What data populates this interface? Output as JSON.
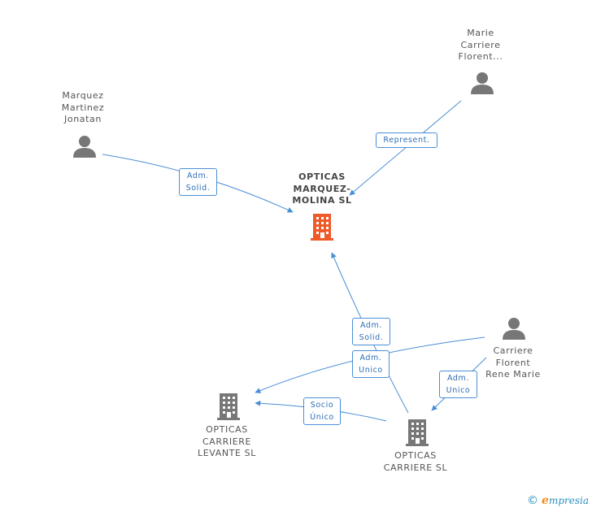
{
  "colors": {
    "edge": "#4a8fd6",
    "main_company": "#f05a28",
    "company": "#777777",
    "person": "#777777"
  },
  "nodes": {
    "main": {
      "label_lines": [
        "OPTICAS",
        "MARQUEZ-",
        "MOLINA  SL"
      ],
      "icon": "building-icon"
    },
    "marquez": {
      "label_lines": [
        "Marquez",
        "Martinez",
        "Jonatan"
      ],
      "icon": "person-icon"
    },
    "marie": {
      "label_lines": [
        "Marie",
        "Carriere",
        "Florent..."
      ],
      "icon": "person-icon"
    },
    "carriere_person": {
      "label_lines": [
        "Carriere",
        "Florent",
        "Rene Marie"
      ],
      "icon": "person-icon"
    },
    "levante": {
      "label_lines": [
        "OPTICAS",
        "CARRIERE",
        "LEVANTE SL"
      ],
      "icon": "building-icon"
    },
    "carriere_sl": {
      "label_lines": [
        "OPTICAS",
        "CARRIERE SL"
      ],
      "icon": "building-icon"
    }
  },
  "edges": {
    "marquez_main": [
      "Adm.",
      "Solid."
    ],
    "marie_main": [
      "Represent."
    ],
    "carriere_sl_main": [
      "Adm.",
      "Solid."
    ],
    "person_levante": [
      "Adm.",
      "Unico"
    ],
    "person_carriere_sl": [
      "Adm.",
      "Unico"
    ],
    "carriere_sl_levante": [
      "Socio",
      "Único"
    ]
  },
  "footer": {
    "copyright_symbol": "©",
    "brand_first": "e",
    "brand_rest": "mpresia"
  }
}
